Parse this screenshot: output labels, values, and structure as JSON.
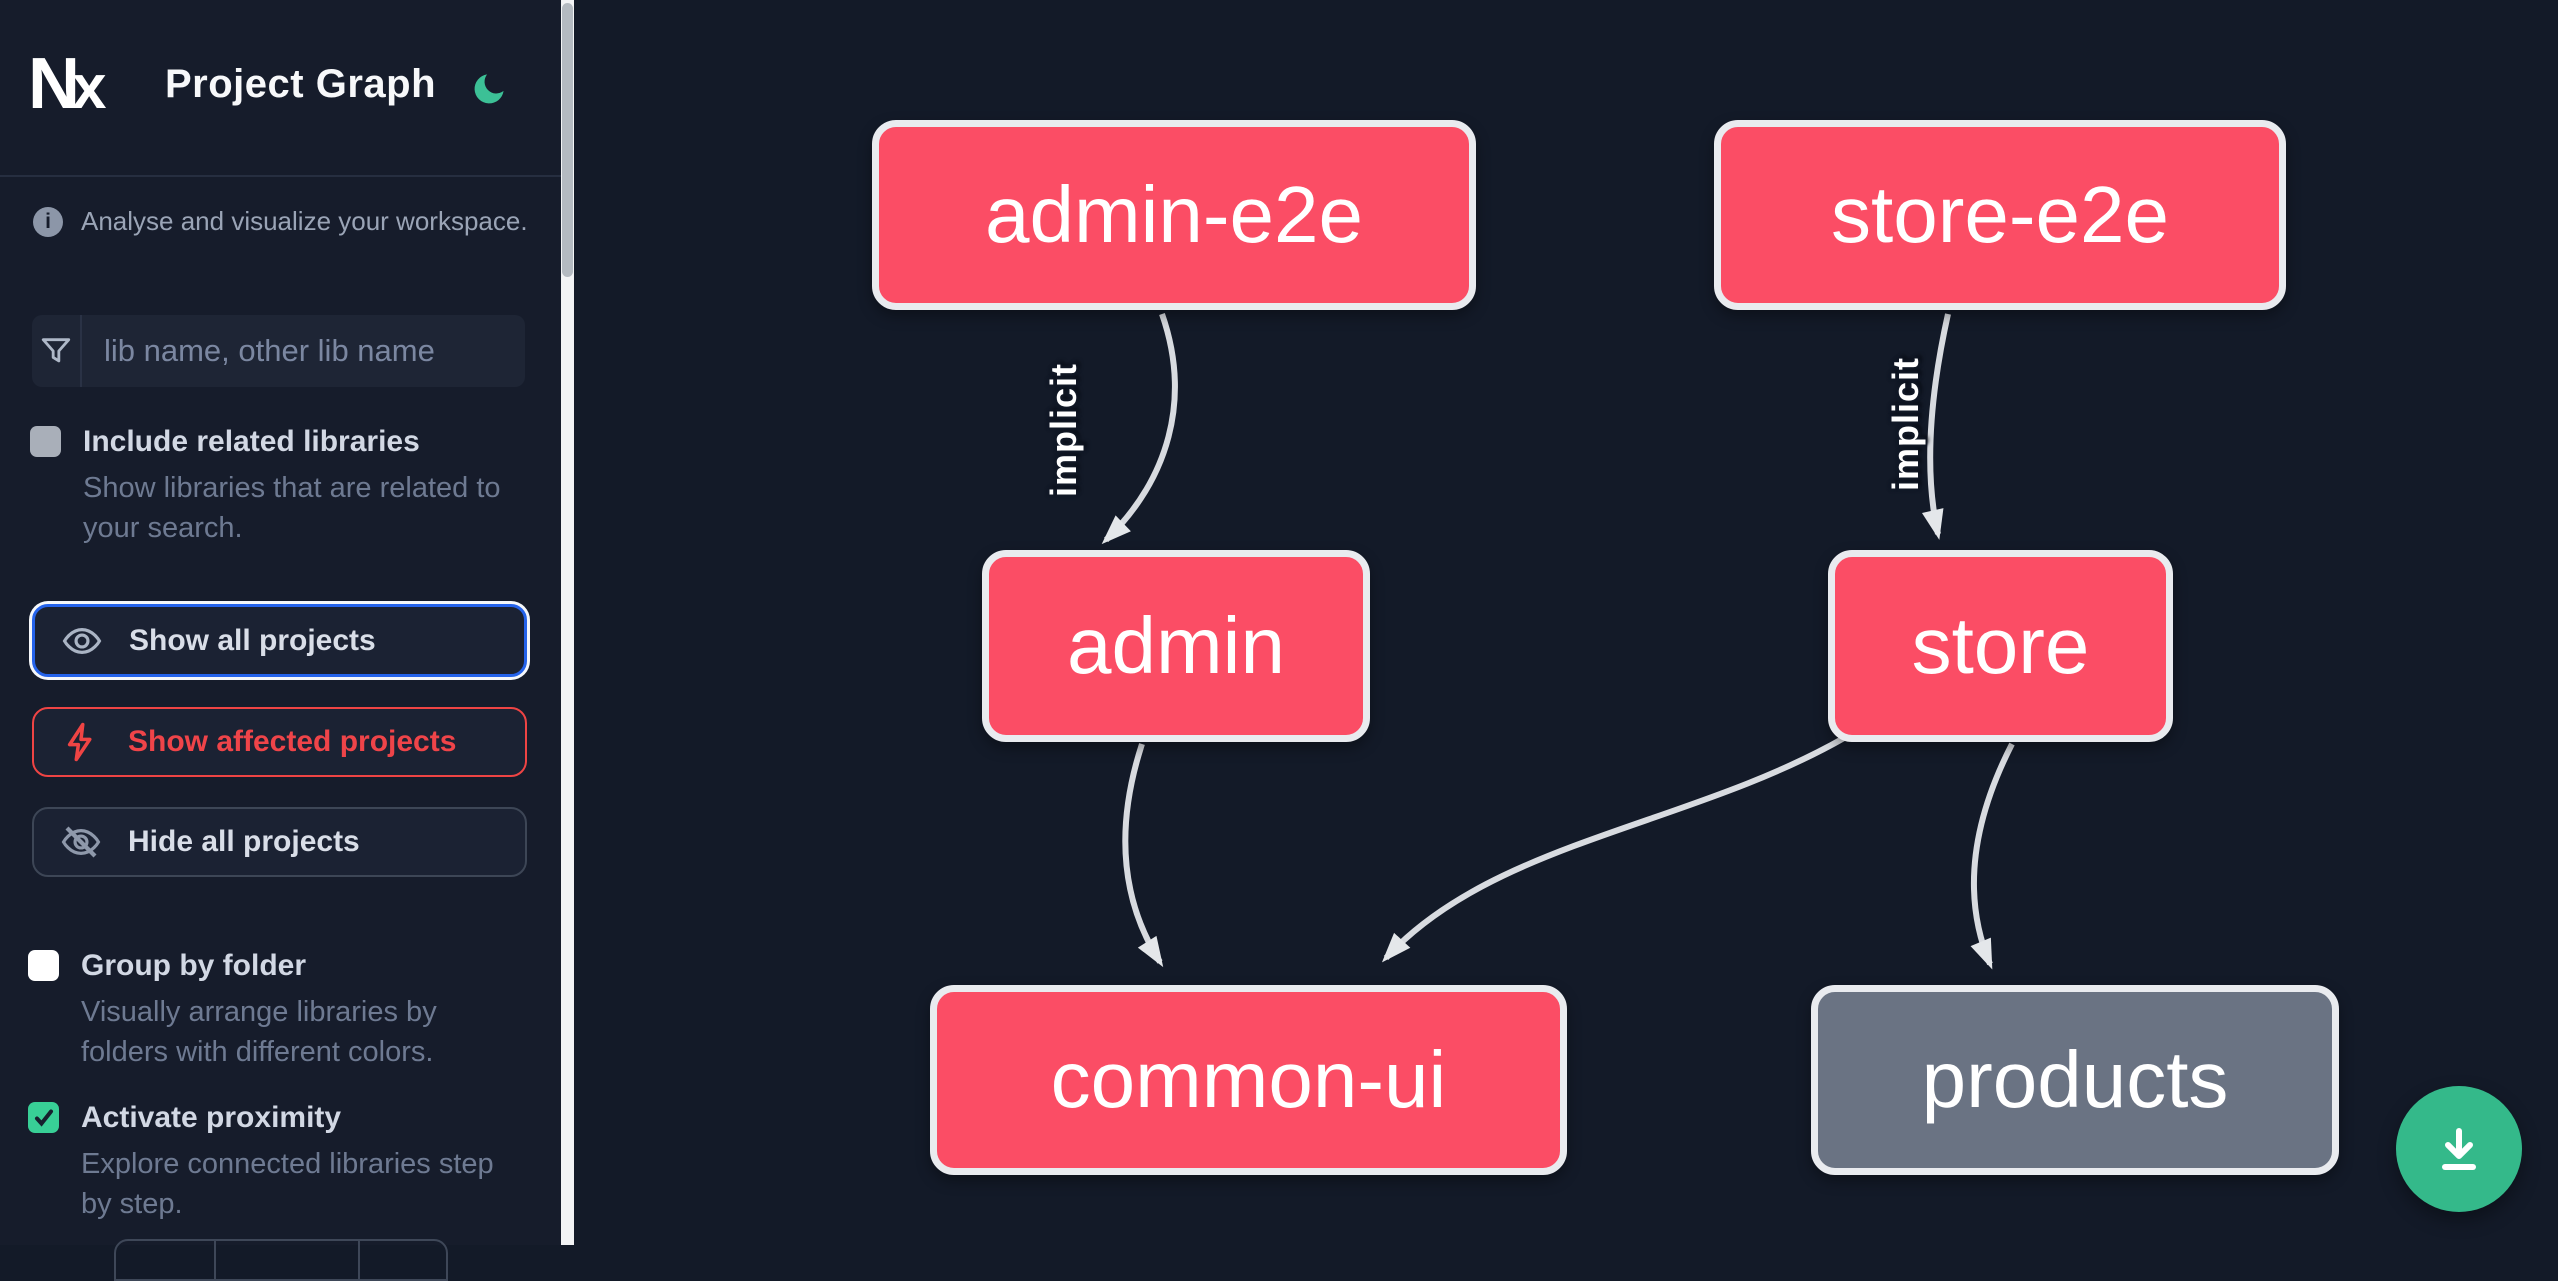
{
  "app": {
    "title": "Project Graph"
  },
  "info_text": "Analyse and visualize your workspace.",
  "search": {
    "placeholder": "lib name, other lib name",
    "value": ""
  },
  "options": {
    "include_related": {
      "label": "Include related libraries",
      "description_line1": "Show libraries that are related to",
      "description_line2": "your search.",
      "checked": false
    },
    "group_by_folder": {
      "label": "Group by folder",
      "description_line1": "Visually arrange libraries by",
      "description_line2": "folders with different colors.",
      "checked": false
    },
    "activate_proximity": {
      "label": "Activate proximity",
      "description_line1": "Explore connected libraries step",
      "description_line2": "by step.",
      "checked": true
    }
  },
  "actions": {
    "show_all": {
      "label": "Show all projects",
      "focused": true
    },
    "show_affected": {
      "label": "Show affected projects"
    },
    "hide_all": {
      "label": "Hide all projects"
    }
  },
  "graph": {
    "nodes": [
      {
        "id": "admin-e2e",
        "label": "admin-e2e",
        "state": "affected"
      },
      {
        "id": "store-e2e",
        "label": "store-e2e",
        "state": "affected"
      },
      {
        "id": "admin",
        "label": "admin",
        "state": "affected"
      },
      {
        "id": "store",
        "label": "store",
        "state": "affected"
      },
      {
        "id": "common-ui",
        "label": "common-ui",
        "state": "affected"
      },
      {
        "id": "products",
        "label": "products",
        "state": "normal"
      }
    ],
    "edges": [
      {
        "source": "admin-e2e",
        "target": "admin",
        "label": "implicit"
      },
      {
        "source": "store-e2e",
        "target": "store",
        "label": "implicit"
      },
      {
        "source": "admin",
        "target": "common-ui",
        "label": ""
      },
      {
        "source": "store",
        "target": "common-ui",
        "label": ""
      },
      {
        "source": "store",
        "target": "products",
        "label": ""
      }
    ]
  },
  "fab": {
    "action": "download-graph-image"
  },
  "colors": {
    "background": "#131a28",
    "sidebar": "#161c2b",
    "affected_node": "#fb4d65",
    "normal_node": "#6a7383",
    "node_border": "#e9ebef",
    "edge": "#d8dbe0",
    "accent_blue": "#2563eb",
    "accent_red": "#ef4444",
    "accent_green": "#34b98a",
    "moon_green": "#3cc096"
  }
}
